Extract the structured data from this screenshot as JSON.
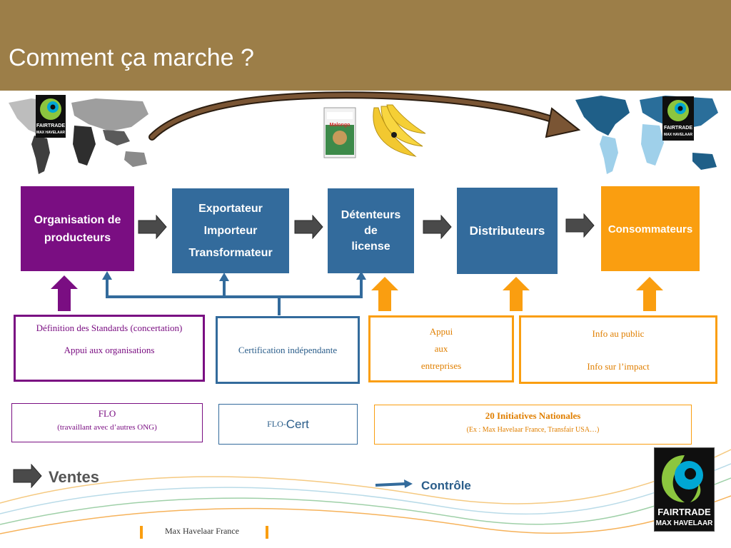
{
  "slide": {
    "title": "Comment ça marche ?",
    "footer": "Max Havelaar France"
  },
  "colors": {
    "header": "#9c7e48",
    "purple": "#7a0e82",
    "blue": "#336b9c",
    "orange": "#fa9e10",
    "arrow_grey": "#4a4a4a"
  },
  "logo": {
    "line1": "FAIRTRADE",
    "line2": "MAX HAVELAAR"
  },
  "product_can": {
    "label": "Malongo"
  },
  "chain": {
    "producers": "Organisation de producteurs",
    "exporter_lines": [
      "Exportateur",
      "Importeur",
      "Transformateur"
    ],
    "license_lines": [
      "Détenteurs",
      "de",
      "license"
    ],
    "distributors": "Distributeurs",
    "consumers": "Consommateurs"
  },
  "support": {
    "standards_line1": "Définition des Standards (concertation)",
    "standards_line2": "Appui aux organisations",
    "certification": "Certification indépendante",
    "business_lines": [
      "Appui",
      "aux",
      "entreprises"
    ],
    "public_line1": "Info au public",
    "public_line2": "Info sur l’impact"
  },
  "actors": {
    "flo_title": "FLO",
    "flo_sub": "(travaillant avec d’autres ONG)",
    "flocert_prefix": "FLO-",
    "flocert_main": "Cert",
    "initiatives_title": "20 Initiatives Nationales",
    "initiatives_sub": "(Ex : Max Havelaar France, Transfair USA…)"
  },
  "legend": {
    "sales": "Ventes",
    "control": "Contrôle"
  }
}
